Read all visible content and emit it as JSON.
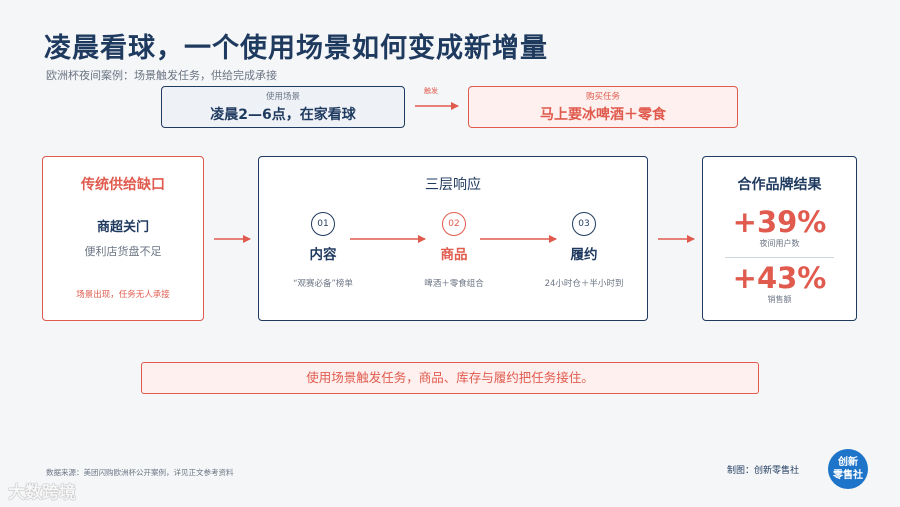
{
  "header": {
    "title": "凌晨看球，一个使用场景如何变成新增量",
    "subtitle": "欧洲杯夜间案例：场景触发任务，供给完成承接"
  },
  "scene": {
    "caption": "使用场景",
    "text": "凌晨2—6点，在家看球"
  },
  "trigger_label": "触发",
  "task": {
    "caption": "购买任务",
    "text": "马上要冰啤酒＋零食"
  },
  "left_panel": {
    "heading": "传统供给缺口",
    "subheading": "商超关门",
    "description": "便利店货盘不足",
    "note": "场景出现，任务无人承接"
  },
  "middle_panel": {
    "heading": "三层响应",
    "steps": [
      {
        "number": "01",
        "label": "内容",
        "desc": "“观赛必备”榜单"
      },
      {
        "number": "02",
        "label": "商品",
        "desc": "啤酒＋零食组合"
      },
      {
        "number": "03",
        "label": "履约",
        "desc": "24小时仓＋半小时到"
      }
    ]
  },
  "right_panel": {
    "heading": "合作品牌结果",
    "metrics": [
      {
        "value": "+39%",
        "caption": "夜间用户数"
      },
      {
        "value": "+43%",
        "caption": "销售额"
      }
    ]
  },
  "conclusion": "使用场景触发任务，商品、库存与履约把任务接住。",
  "footer": {
    "source": "数据来源：美团闪购欧洲杯公开案例，详见正文参考资料",
    "maker": "制图：创新零售社",
    "logo_text_top": "创新",
    "logo_text_bottom": "零售社",
    "watermark": "大数跨境"
  },
  "colors": {
    "navy": "#1f3a5f",
    "accent_red": "#e05a4e",
    "muted": "#6b7584",
    "background": "#f5f6f8",
    "logo_blue": "#1e74c9"
  },
  "icons": [
    "arrow-right-icon",
    "logo-badge-icon"
  ]
}
